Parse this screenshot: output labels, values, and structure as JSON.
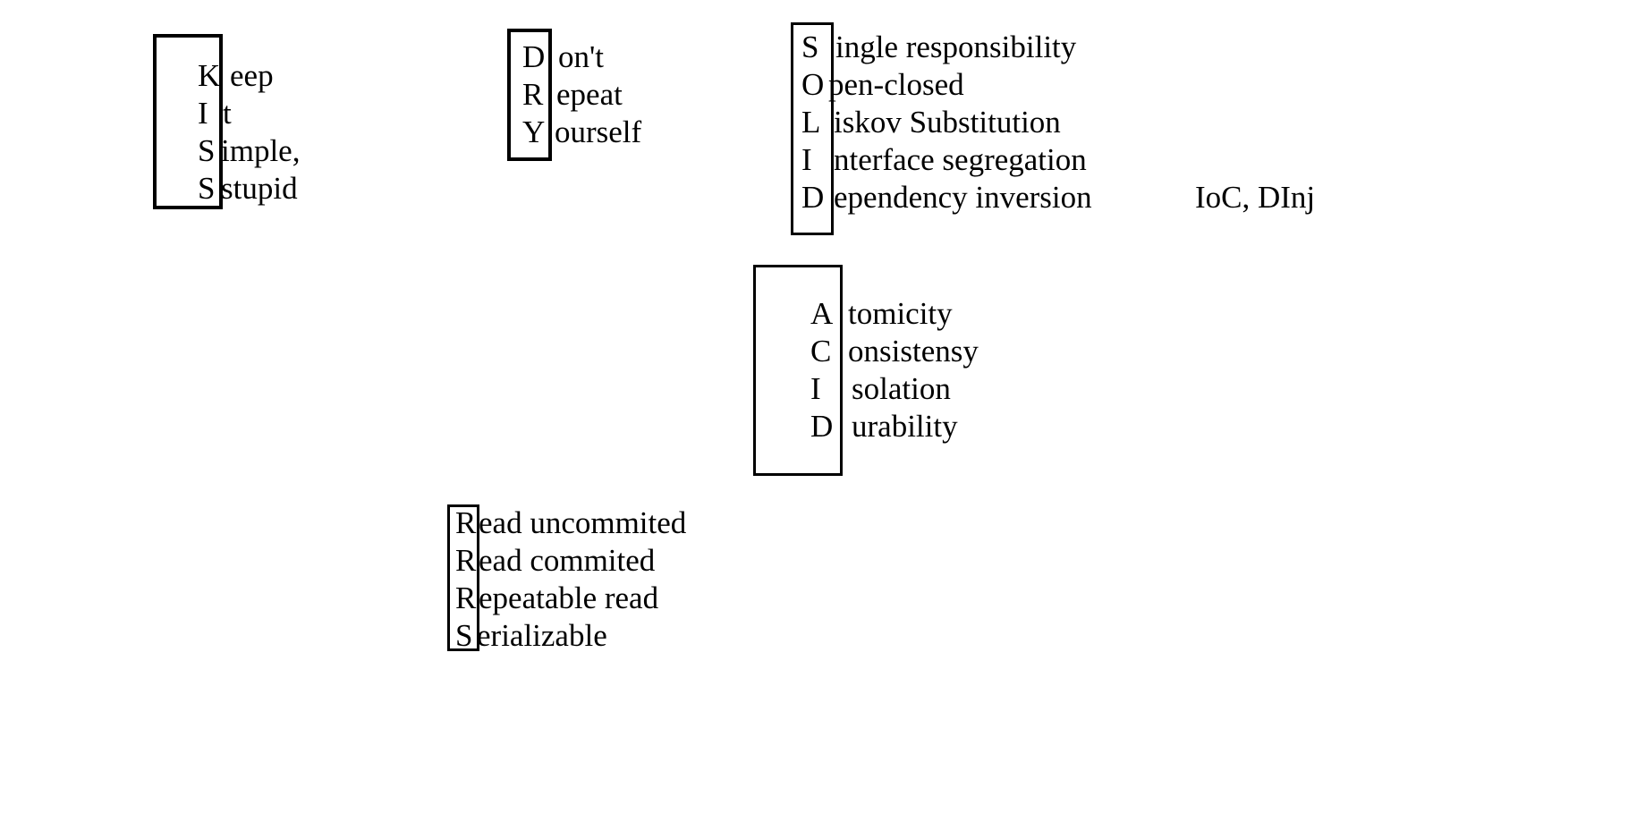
{
  "kiss": {
    "items": [
      {
        "letter": "K",
        "rest": "eep"
      },
      {
        "letter": "I",
        "rest": "t"
      },
      {
        "letter": "S",
        "rest": "imple,"
      },
      {
        "letter": "S",
        "rest": "stupid"
      }
    ]
  },
  "dry": {
    "items": [
      {
        "letter": "D",
        "rest": "on't"
      },
      {
        "letter": "R",
        "rest": "epeat"
      },
      {
        "letter": "Y",
        "rest": "ourself"
      }
    ]
  },
  "solid": {
    "items": [
      {
        "letter": "S",
        "rest": "ingle responsibility"
      },
      {
        "letter": "O",
        "rest": "pen-closed"
      },
      {
        "letter": "L",
        "rest": "iskov Substitution"
      },
      {
        "letter": "I",
        "rest": "nterface segregation"
      },
      {
        "letter": "D",
        "rest": "ependency inversion"
      }
    ],
    "note": "IoC, DInj"
  },
  "acid": {
    "items": [
      {
        "letter": "A",
        "rest": "tomicity"
      },
      {
        "letter": "C",
        "rest": "onsistensy"
      },
      {
        "letter": "I",
        "rest": "solation"
      },
      {
        "letter": "D",
        "rest": "urability"
      }
    ]
  },
  "isolation": {
    "items": [
      {
        "letter": "R",
        "rest": "ead uncommited"
      },
      {
        "letter": "R",
        "rest": "ead commited"
      },
      {
        "letter": "R",
        "rest": "epeatable read"
      },
      {
        "letter": "S",
        "rest": "erializable"
      }
    ]
  }
}
